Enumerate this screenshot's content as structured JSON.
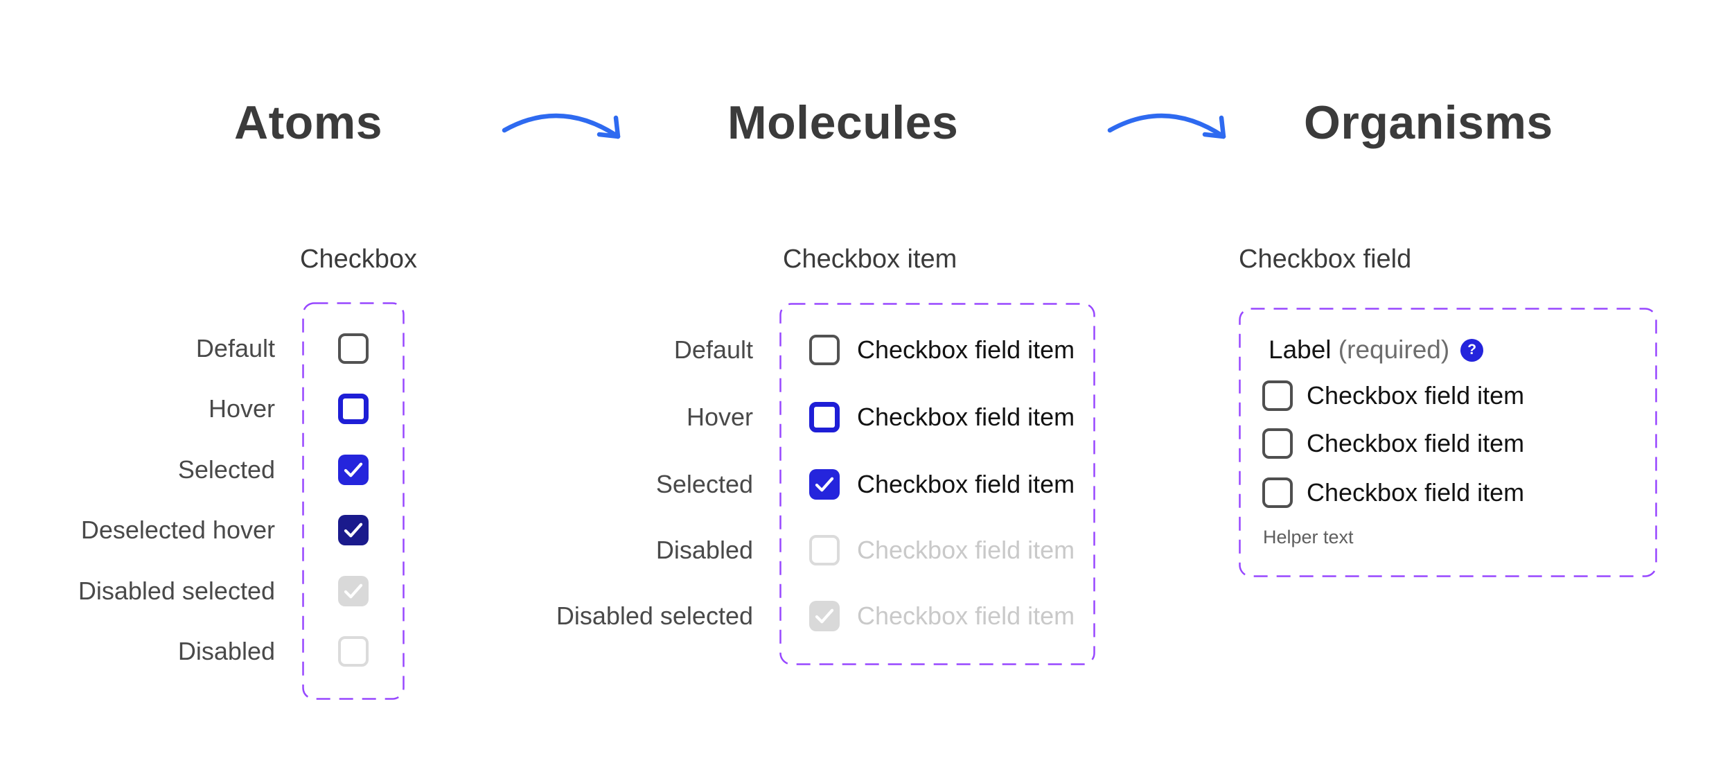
{
  "headers": {
    "atoms": "Atoms",
    "molecules": "Molecules",
    "organisms": "Organisms"
  },
  "colors": {
    "accent_blue": "#2525dc",
    "hover_border_blue": "#1e1ed6",
    "dark_navy_blue": "#1a1a8c",
    "frame_purple": "#9747ff",
    "arrow_blue": "#2e6af0",
    "disabled_fill": "#d9d9d9",
    "disabled_border": "#dbdbdb",
    "default_border": "#525252",
    "heading_gray": "#3b3b3b",
    "disabled_text": "#c9c9c9"
  },
  "atoms_section": {
    "caption": "Checkbox",
    "rows": [
      {
        "label": "Default",
        "variant": "default"
      },
      {
        "label": "Hover",
        "variant": "hover"
      },
      {
        "label": "Selected",
        "variant": "selected"
      },
      {
        "label": "Deselected hover",
        "variant": "deselected-hover"
      },
      {
        "label": "Disabled selected",
        "variant": "disabled-selected"
      },
      {
        "label": "Disabled",
        "variant": "disabled"
      }
    ]
  },
  "molecules_section": {
    "caption": "Checkbox item",
    "item_text": "Checkbox field item",
    "rows": [
      {
        "label": "Default",
        "variant": "default",
        "disabled": false
      },
      {
        "label": "Hover",
        "variant": "hover",
        "disabled": false
      },
      {
        "label": "Selected",
        "variant": "selected",
        "disabled": false
      },
      {
        "label": "Disabled",
        "variant": "disabled",
        "disabled": true
      },
      {
        "label": "Disabled selected",
        "variant": "disabled-selected",
        "disabled": true
      }
    ]
  },
  "organisms_section": {
    "caption": "Checkbox field",
    "label_text": "Label",
    "required_text": " (required)",
    "help_glyph": "?",
    "item_text": "Checkbox field item",
    "helper_text": "Helper text"
  }
}
